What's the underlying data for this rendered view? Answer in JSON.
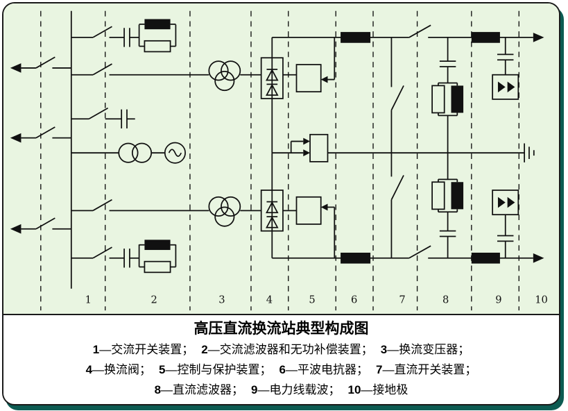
{
  "title": "高压直流换流站典型构成图",
  "zones": [
    "1",
    "2",
    "3",
    "4",
    "5",
    "6",
    "7",
    "8",
    "9",
    "10"
  ],
  "legend": {
    "rows": [
      [
        {
          "num": "1",
          "label": "—交流开关装置；"
        },
        {
          "num": "2",
          "label": "—交流滤波器和无功补偿装置；"
        },
        {
          "num": "3",
          "label": "—换流变压器；"
        }
      ],
      [
        {
          "num": "4",
          "label": "—换流阀；"
        },
        {
          "num": "5",
          "label": "—控制与保护装置；"
        },
        {
          "num": "6",
          "label": "—平波电抗器；"
        },
        {
          "num": "7",
          "label": "—直流开关装置；"
        }
      ],
      [
        {
          "num": "8",
          "label": "—直流滤波器；"
        },
        {
          "num": "9",
          "label": "—电力线载波；"
        },
        {
          "num": "10",
          "label": "—接地极"
        }
      ]
    ]
  },
  "colors": {
    "diagram_background": "#e9f5e1",
    "panel_background": "#ffffff",
    "line": "#111111",
    "card_shadow": "#0d5b52"
  }
}
